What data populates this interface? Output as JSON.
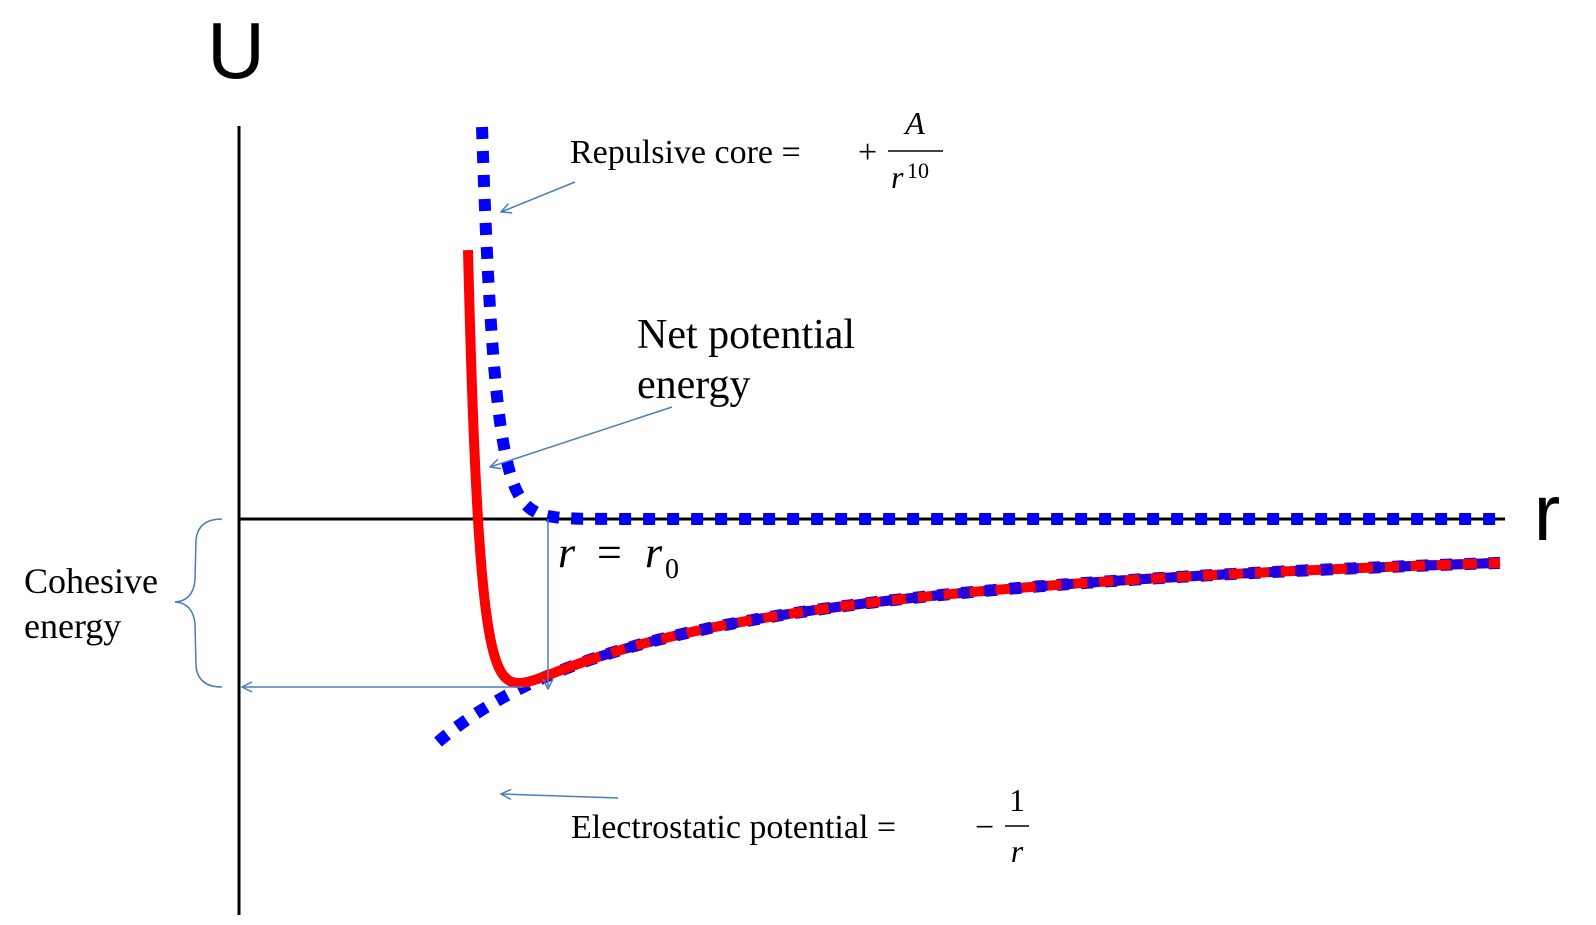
{
  "axes": {
    "y_label": "U",
    "x_label": "r"
  },
  "labels": {
    "repulsive_core": "Repulsive core = ",
    "repulsive_formula": {
      "sign": "+",
      "numerator": "A",
      "denominator_base": "r",
      "denominator_exp": "10"
    },
    "net_potential_line1": "Net potential",
    "net_potential_line2": "energy",
    "equilibrium": {
      "lhs": "r",
      "eq": "=",
      "rhs": "r",
      "subscript": "0"
    },
    "cohesive_line1": "Cohesive",
    "cohesive_line2": "energy",
    "electrostatic": "Electrostatic potential = ",
    "electrostatic_formula": {
      "sign": "−",
      "numerator": "1",
      "denominator": "r"
    }
  },
  "colors": {
    "axis": "#000000",
    "net_curve": "#ff0000",
    "component_curves": "#0000ff",
    "arrows": "#4a7ebb"
  },
  "curves": [
    {
      "name": "Net potential energy",
      "style": "solid",
      "color": "#ff0000"
    },
    {
      "name": "Repulsive core",
      "style": "dotted",
      "color": "#0000ff"
    },
    {
      "name": "Electrostatic potential",
      "style": "dotted",
      "color": "#0000ff"
    }
  ]
}
